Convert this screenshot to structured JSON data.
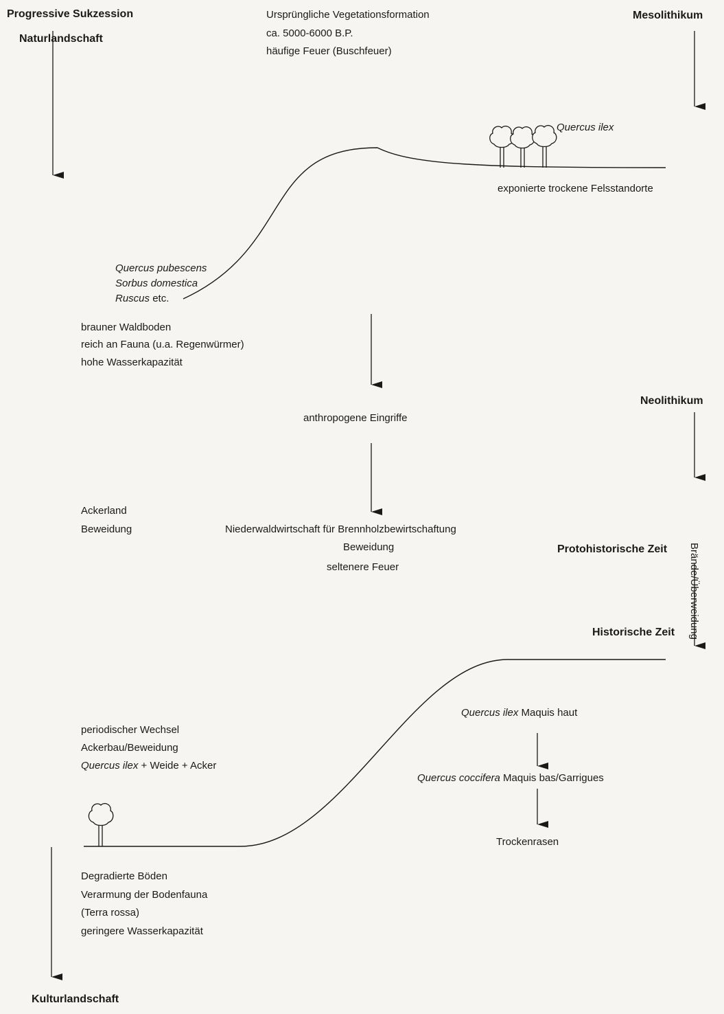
{
  "header": {
    "left_title": "Progressive Sukzession",
    "natur": "Naturlandschaft",
    "origin_1": "Ursprüngliche Vegetationsformation",
    "origin_2": "ca. 5000-6000 B.P.",
    "origin_3": "häufige Feuer (Buschfeuer)"
  },
  "periods": {
    "mesolithikum": "Mesolithikum",
    "neolithikum": "Neolithikum",
    "protohistorisch": "Protohistorische Zeit",
    "historisch": "Historische Zeit"
  },
  "upper": {
    "quercus_ilex": "Quercus ilex",
    "felsstandorte": "exponierte trockene Felsstandorte",
    "species_1": "Quercus pubescens",
    "species_2": "Sorbus domestica",
    "species_3_italic": "Ruscus",
    "species_3_rest": " etc.",
    "soil_1": "brauner Waldboden",
    "soil_2": "reich an Fauna (u.a. Regenwürmer)",
    "soil_3": "hohe Wasserkapazität"
  },
  "middle": {
    "anthropogen": "anthropogene Eingriffe",
    "ackerland": "Ackerland",
    "beweidung_left": "Beweidung",
    "niederwald": "Niederwaldwirtschaft für Brennholzbewirtschaftung",
    "beweidung_center": "Beweidung",
    "feuer": "seltenere Feuer"
  },
  "lower": {
    "wechsel_1": "periodischer Wechsel",
    "wechsel_2": "Ackerbau/Beweidung",
    "wechsel_3_italic": "Quercus ilex",
    "wechsel_3_rest": " + Weide + Acker",
    "maquis_haut_italic": "Quercus ilex",
    "maquis_haut_rest": " Maquis haut",
    "maquis_bas_italic": "Quercus coccifera",
    "maquis_bas_rest": " Maquis bas/Garrigues",
    "trockenrasen": "Trockenrasen",
    "braende": "Brände/Überweidung",
    "degr_1": "Degradierte Böden",
    "degr_2": "Verarmung der Bodenfauna",
    "degr_3": "(Terra rossa)",
    "degr_4": "geringere Wasserkapazität"
  },
  "footer": {
    "kultur": "Kulturlandschaft"
  },
  "colors": {
    "ink": "#1a1a1a",
    "paper": "#f6f5f1",
    "bleed": "#b9b6ae"
  }
}
